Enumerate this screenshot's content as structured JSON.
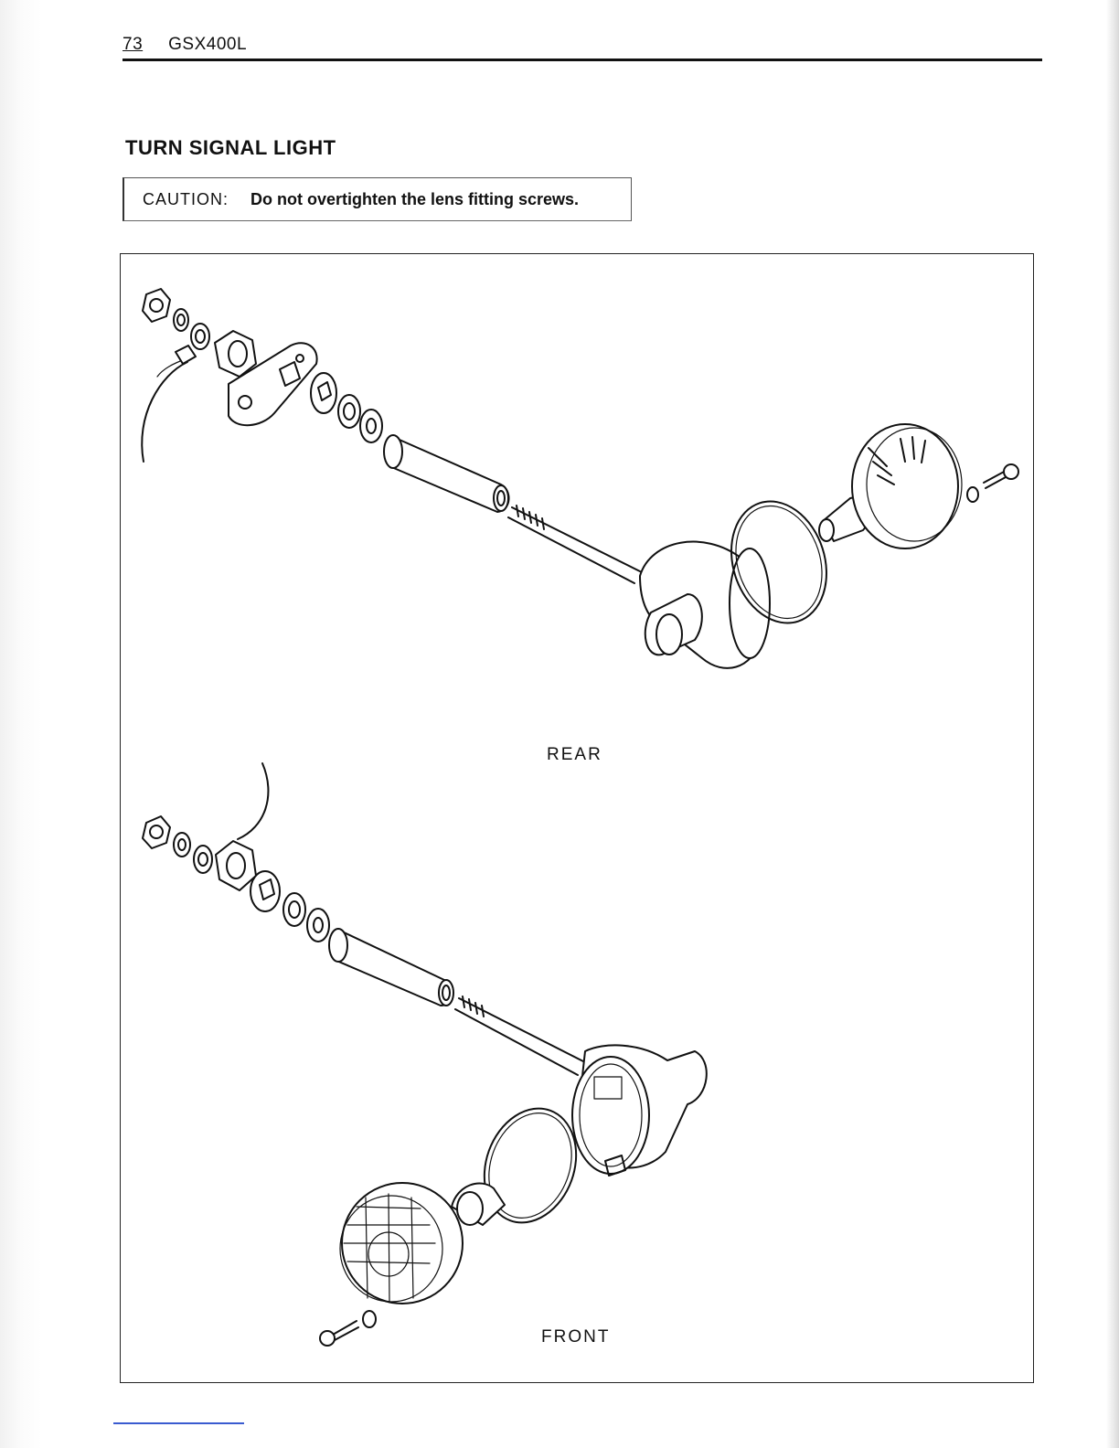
{
  "header": {
    "page_number": "73",
    "model": "GSX400L"
  },
  "section": {
    "title": "TURN SIGNAL LIGHT"
  },
  "caution": {
    "label": "CAUTION:",
    "text": "Do not overtighten the lens fitting screws."
  },
  "figure": {
    "rear_label": "REAR",
    "front_label": "FRONT"
  }
}
